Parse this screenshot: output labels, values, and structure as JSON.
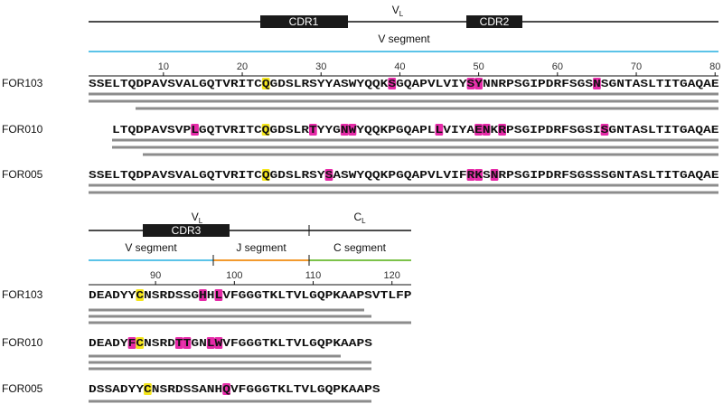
{
  "top": {
    "region": "V",
    "region_sub": "L",
    "cdr_boxes": [
      "CDR1",
      "CDR2"
    ],
    "segment": "V segment",
    "ticks": [
      "10",
      "20",
      "30",
      "40",
      "50",
      "60",
      "70",
      "80"
    ],
    "rows": [
      {
        "name": "FOR103",
        "seq": "SSELTQDPAVSVALGQTVRITCQGDSLRSYYASWYQQKSGQAPVLVIYSYNNRPSGIPDRFSGSNSGNTASLTITGAQAE"
      },
      {
        "name": "FOR010",
        "seq": "LTQDPAVSVPLGQTVRITCQGDSLRTYYGNWYQQKPGQAPLLVIYAENKRPSGIPDRFSGSISGNTASLTITGAQAE"
      },
      {
        "name": "FOR005",
        "seq": "SSELTQDPAVSVALGQTVRITCQGDSLRSYSASWYQQKPGQAPVLVIFRKSNRPSGIPDRFSGSSSGNTASLTITGAQAE"
      }
    ]
  },
  "bottom": {
    "region_v": "V",
    "region_v_sub": "L",
    "region_c": "C",
    "region_c_sub": "L",
    "cdr_boxes": [
      "CDR3"
    ],
    "segments": [
      "V segment",
      "J segment",
      "C segment"
    ],
    "ticks": [
      "90",
      "100",
      "110",
      "120"
    ],
    "rows": [
      {
        "name": "FOR103",
        "seq": "DEADYYCNSRDSSGHHLVFGGGTKLTVLGQPKAAPSVTLFP"
      },
      {
        "name": "FOR010",
        "seq": "DEADYFCNSRDTTGNLWVFGGGTKLTVLGQPKAAPS"
      },
      {
        "name": "FOR005",
        "seq": "DSSADYYCNSRDSSANHQVFGGGTKLTVLGQPKAAPS"
      }
    ]
  },
  "colors": {
    "cysteine": "#f5e61a",
    "mutation": "#e62aa8",
    "v_segment": "#5bc3e8",
    "j_segment": "#f29a2e",
    "c_segment": "#7cc24a",
    "coverage": "#8c8c8c",
    "cdr_box": "#1a1a1a"
  }
}
